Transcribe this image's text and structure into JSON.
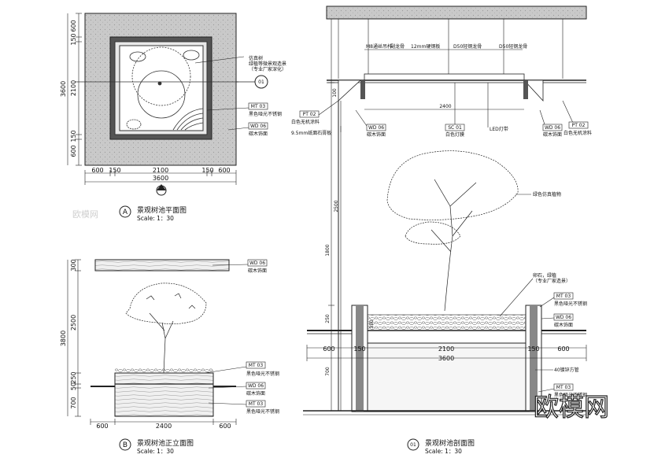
{
  "plan": {
    "dims_left": [
      "600",
      "150",
      "2100",
      "150",
      "600"
    ],
    "dim_left_total": "3600",
    "dims_bottom": [
      "600",
      "150",
      "2100",
      "150",
      "600"
    ],
    "dim_bottom_total": "3600",
    "callout_tree": [
      "仿真树",
      "绿植等微景观造景",
      "（专业厂家深化）"
    ],
    "tag_mt03": "MT 03",
    "note_mt03": "黑色哑光不锈钢",
    "tag_wd06": "WD 06",
    "note_wd06": "碳木饰面",
    "section_marker": "01",
    "title_letter": "A",
    "title": "景观树池平面图",
    "scale": "Scale: 1：30"
  },
  "elevation": {
    "top_tag": "WD 06",
    "top_note": "碳木饰面",
    "dim_top_slab": "300",
    "dim_height": "2500",
    "dim_total": "3800",
    "dims_low": [
      "50",
      "250"
    ],
    "dim_base": "700",
    "tag_mt03a": "MT 03",
    "note_mt03a": "黑色哑光不锈钢",
    "tag_wd06": "WD 06",
    "note_wd06": "碳木饰面",
    "tag_mt03b": "MT 03",
    "note_mt03b": "黑色哑光不锈钢",
    "dims_bottom": [
      "600",
      "2400",
      "600"
    ],
    "title_letter": "B",
    "title": "景观树池正立面图",
    "scale": "Scale: 1：30"
  },
  "section": {
    "top_notes": [
      "M8通丝吊杆",
      "副龙骨",
      "12mm硬钢板",
      "D50轻钢龙骨",
      "D50轻钢龙骨"
    ],
    "dims_top": [
      "100",
      "2400"
    ],
    "tag_pt02_l": "PT 02",
    "note_pt02_l": "白色无机涂料",
    "tag_wd06_l": "WD 06",
    "note_wd06_l": "碳木饰面",
    "tag_sc01": "SC 01",
    "note_sc01": "白色灯膜",
    "note_led": "LED灯带",
    "tag_wd06_r": "WD 06",
    "note_wd06_r": "碳木饰面",
    "tag_pt02_r": "PT 02",
    "note_pt02_r": "白色无机涂料",
    "note_gypsum": "9.5mm纸面石膏板",
    "note_tree": "绿色仿真植物",
    "note_stone": [
      "卵石，绿植",
      "（专业厂家造景）"
    ],
    "tag_mt03a": "MT 03",
    "note_mt03a": "黑色哑光不锈钢",
    "tag_wd06b": "WD 06",
    "note_wd06b": "碳木饰面",
    "note_tube": "40镀锌方管",
    "tag_mt03b": "MT 03",
    "note_mt03b": "黑色哑光不锈钢",
    "dims_left": [
      "2500",
      "1800",
      "250",
      "700"
    ],
    "dim_350": "350",
    "dims_bottom": [
      "600",
      "150",
      "2100",
      "150",
      "600"
    ],
    "dim_total": "3600",
    "title_num": "01",
    "title": "景观树池剖面图",
    "scale": "Scale: 1：30"
  },
  "watermark": "欧模网",
  "brand": "欧模网"
}
